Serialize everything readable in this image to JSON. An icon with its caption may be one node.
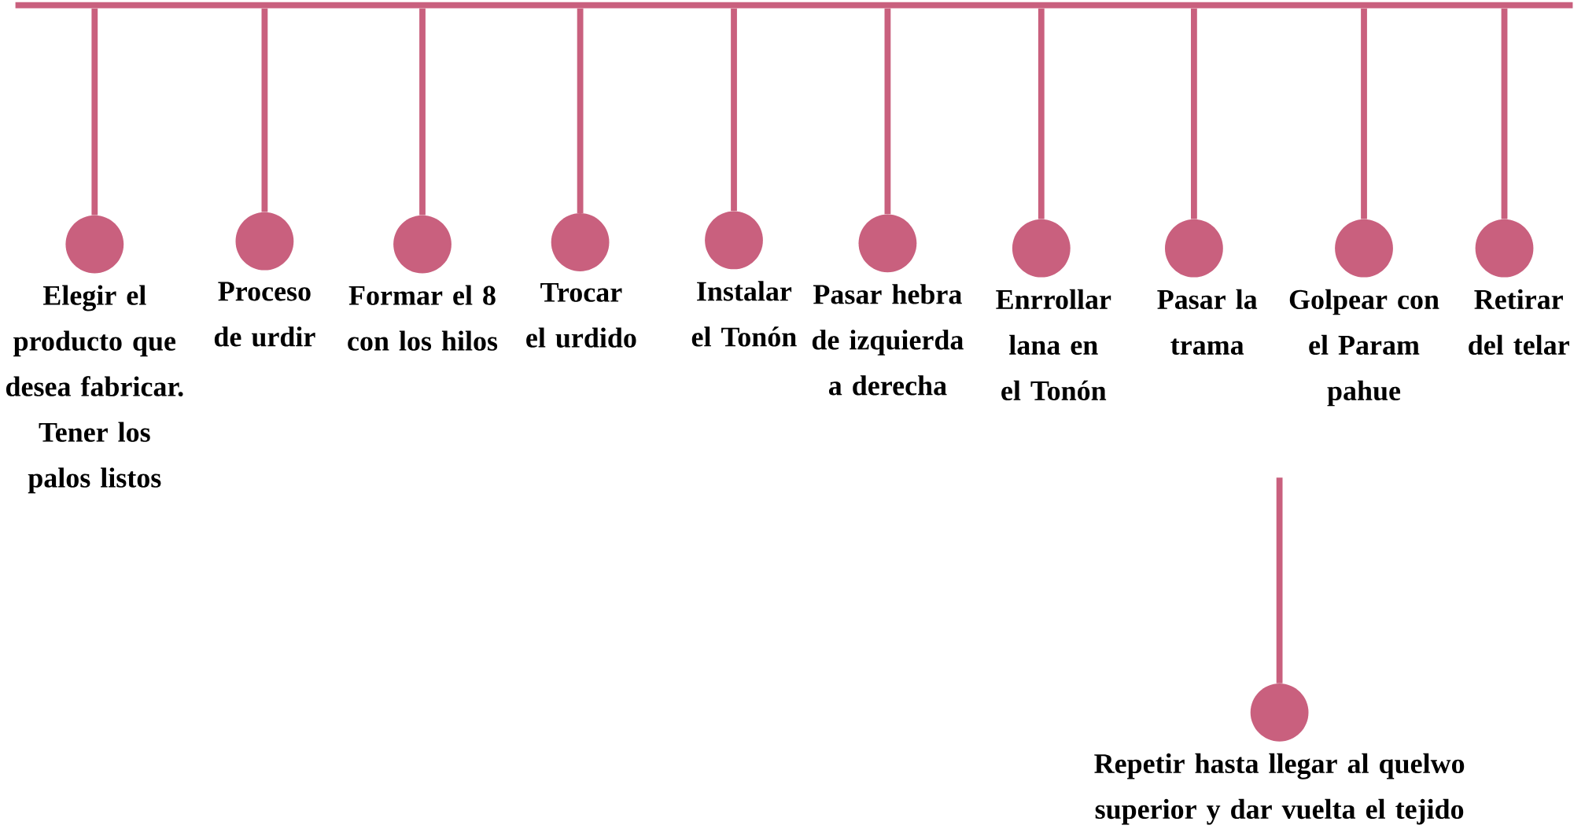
{
  "diagram": {
    "nodes": [
      {
        "text": [],
        "shape": "bar"
      },
      {
        "text": [
          "Elegir el producto que desea fabricar. Tener los palos listos"
        ]
      },
      {
        "text": [
          "Proceso de urdir"
        ]
      },
      {
        "text": [
          "Formar el 8 con los hilos"
        ]
      },
      {
        "text": [
          "Trocar el urdido"
        ]
      },
      {
        "text": [
          "Instalar el Tonón"
        ]
      },
      {
        "text": [
          "Pasar hebra de izquierda a derecha"
        ]
      },
      {
        "text": [
          "Enrrollar lana en el Tonón"
        ]
      },
      {
        "text": [
          "Pasar la trama"
        ]
      },
      {
        "text": [
          "Golpear con el Param pahue"
        ]
      },
      {
        "text": [
          "Retirar del telar"
        ]
      },
      {
        "text": [
          "Repetir hasta llegar al quelwo superior y dar vuelta el tejido"
        ]
      }
    ],
    "edges": [
      {
        "from": 0,
        "to": 1,
        "arrow": "none"
      },
      {
        "from": 0,
        "to": 2,
        "arrow": "none"
      },
      {
        "from": 0,
        "to": 3,
        "arrow": "none"
      },
      {
        "from": 0,
        "to": 4,
        "arrow": "none"
      },
      {
        "from": 0,
        "to": 5,
        "arrow": "none"
      },
      {
        "from": 0,
        "to": 6,
        "arrow": "none"
      },
      {
        "from": 0,
        "to": 7,
        "arrow": "none"
      },
      {
        "from": 0,
        "to": 8,
        "arrow": "none"
      },
      {
        "from": 0,
        "to": 9,
        "arrow": "none"
      },
      {
        "from": 0,
        "to": 10,
        "arrow": "none"
      },
      {
        "from": null,
        "to": 11,
        "arrow": "none"
      }
    ]
  }
}
